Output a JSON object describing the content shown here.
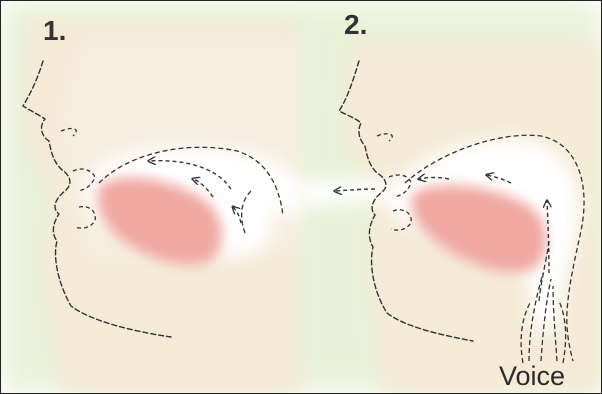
{
  "panels": [
    {
      "number": "1."
    },
    {
      "number": "2.",
      "caption": "Voice"
    }
  ],
  "colors": {
    "background_tint": "#e9f2d8",
    "head_fill": "#f4ead6",
    "oral_cavity_highlight": "#ffffff",
    "tongue_fill": "#f0a9a3",
    "line_color": "#333333"
  }
}
